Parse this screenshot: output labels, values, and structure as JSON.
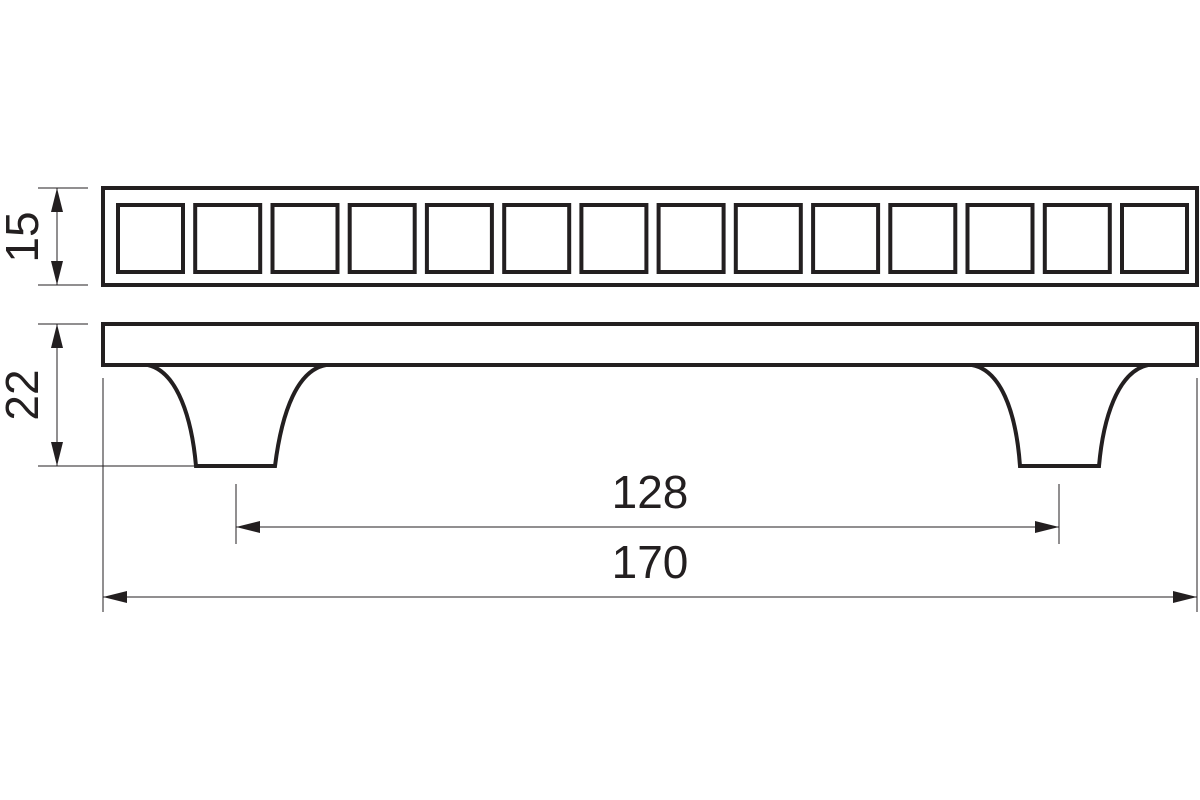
{
  "dimensions": {
    "handle_height": "15",
    "handle_depth": "22",
    "hole_spacing": "128",
    "overall_length": "170"
  },
  "top_view": {
    "square_count": 14
  },
  "colors": {
    "line": "#231f20",
    "background": "#ffffff"
  }
}
